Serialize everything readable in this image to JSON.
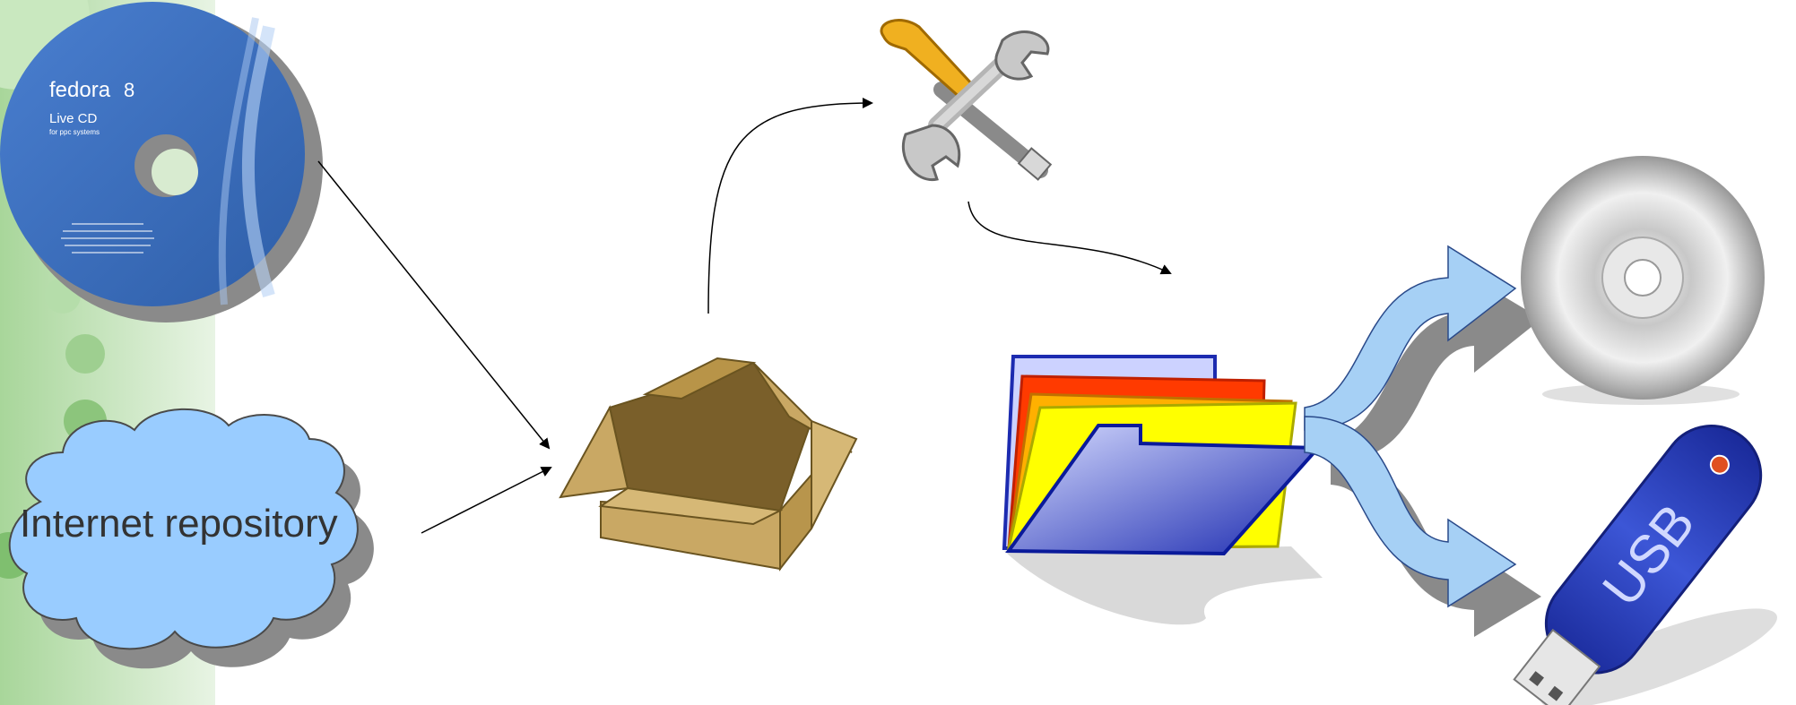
{
  "background": {
    "accent": "#a8d69a",
    "dots": "#7fbf6f"
  },
  "fedora_cd": {
    "brand": "fedora",
    "version": "8",
    "title": "Live CD",
    "subtitle": "for ppc systems",
    "color": "#3b6fbf"
  },
  "cloud": {
    "label": "Internet repository",
    "color": "#99ccff"
  },
  "icons": {
    "box": "cardboard-box-icon",
    "tools": "screwdriver-wrench-icon",
    "folder": "folder-icon",
    "cd": "blank-cd-icon",
    "usb": "usb-stick-icon"
  },
  "usb": {
    "label": "USB",
    "color": "#2b3fa8"
  },
  "colors": {
    "arrow_fill": "#a6d0f5",
    "line": "#000000",
    "shadow": "#8a8a8a"
  }
}
